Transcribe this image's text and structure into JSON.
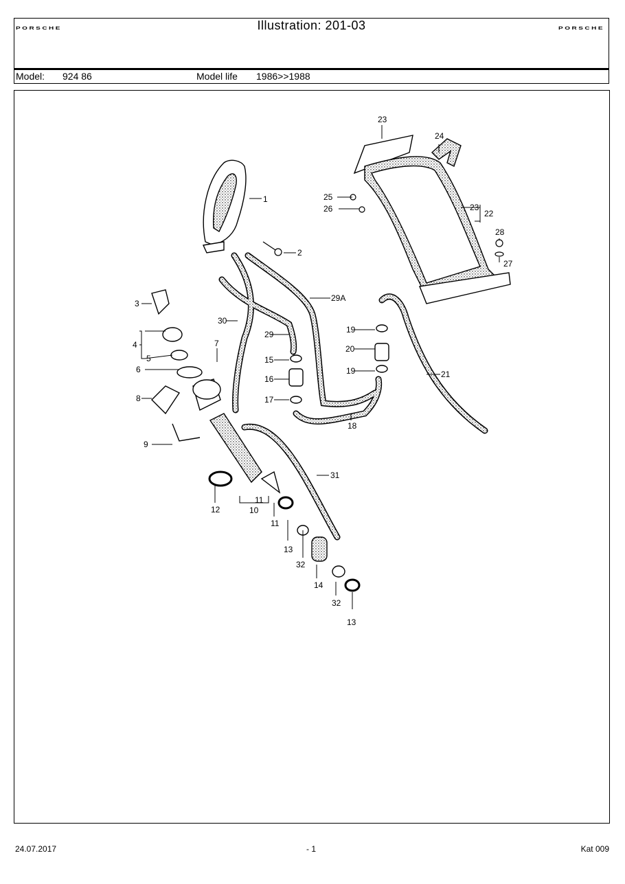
{
  "header": {
    "brand_left": "PORSCHE",
    "brand_right": "PORSCHE",
    "title": "Illustration: 201-03",
    "model_label": "Model:",
    "model_value": "924 86",
    "model_life_label": "Model life",
    "model_life_value": "1986>>1988"
  },
  "diagram": {
    "labels": {
      "l1": "1",
      "l2": "2",
      "l3": "3",
      "l4": "4",
      "l5": "5",
      "l6": "6",
      "l7": "7",
      "l8": "8",
      "l9": "9",
      "l10": "10",
      "l11a": "11",
      "l11b": "11",
      "l12": "12",
      "l13a": "13",
      "l13b": "13",
      "l14": "14",
      "l15": "15",
      "l16": "16",
      "l17": "17",
      "l18": "18",
      "l19a": "19",
      "l19b": "19",
      "l20": "20",
      "l21": "21",
      "l22": "22",
      "l23a": "23",
      "l23b": "23",
      "l24": "24",
      "l25": "25",
      "l26": "26",
      "l27": "27",
      "l28": "28",
      "l29": "29",
      "l29a": "29A",
      "l30": "30",
      "l31": "31",
      "l32a": "32",
      "l32b": "32"
    }
  },
  "footer": {
    "date": "24.07.2017",
    "page": "- 1",
    "catalog": "Kat 009"
  }
}
